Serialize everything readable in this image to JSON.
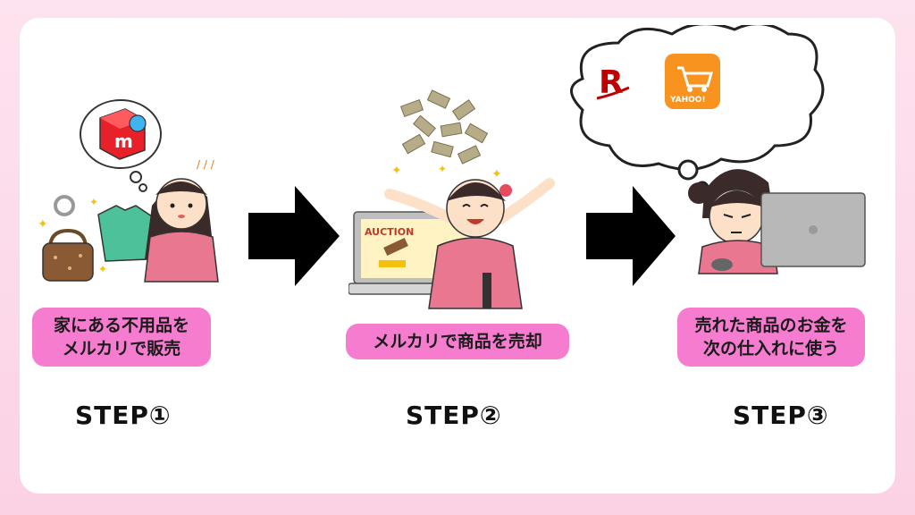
{
  "steps": [
    {
      "label_lines": [
        "家にある不用品を",
        "メルカリで販売"
      ],
      "step": "STEP①"
    },
    {
      "label_lines": [
        "メルカリで商品を売却"
      ],
      "step": "STEP②"
    },
    {
      "label_lines": [
        "売れた商品のお金を",
        "次の仕入れに使う"
      ],
      "step": "STEP③"
    }
  ],
  "illustration": {
    "auction_sign": "AUCTION",
    "rakuten_mark": "R",
    "yahoo_mark": "YAHOO!"
  },
  "colors": {
    "pill": "#f57ccf",
    "background": "#fde3ef",
    "mercari_red": "#e8202a",
    "yahoo_orange": "#f7931e",
    "rakuten_red": "#bf0000"
  }
}
